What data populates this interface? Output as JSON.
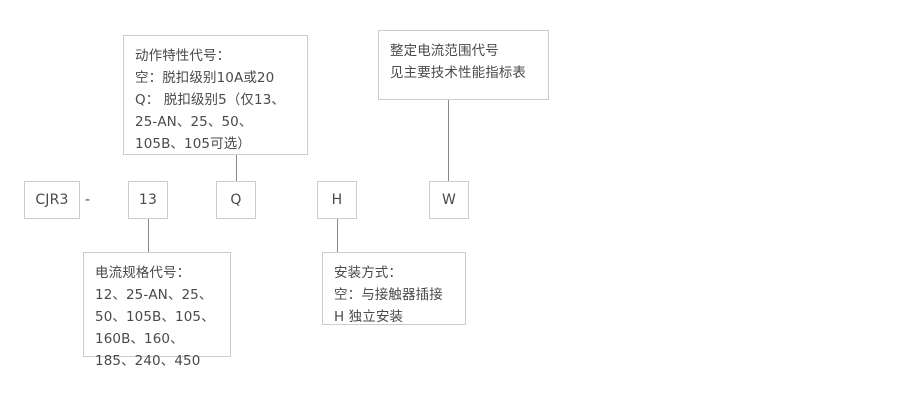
{
  "diagram": {
    "title": "CJR3 型号命名规则图",
    "type": "model-designation-breakdown",
    "colors": {
      "box_border": "#cccccc",
      "connector": "#8a8a8a",
      "text": "#4a4a4a",
      "background": "#ffffff"
    },
    "code_row": {
      "separator": "-",
      "segments": [
        {
          "key": "series",
          "label": "CJR3"
        },
        {
          "key": "current_spec",
          "label": "13"
        },
        {
          "key": "action_characteristic",
          "label": "Q"
        },
        {
          "key": "mounting",
          "label": "H"
        },
        {
          "key": "current_range",
          "label": "W"
        }
      ]
    },
    "notes": {
      "action_characteristic": {
        "target": "Q",
        "position": "above",
        "text": "动作特性代号：\n空：脱扣级别10A或20\nQ： 脱扣级别5（仅13、25-AN、25、50、105B、105可选）"
      },
      "current_range": {
        "target": "W",
        "position": "above",
        "text": "整定电流范围代号\n见主要技术性能指标表"
      },
      "current_spec": {
        "target": "13",
        "position": "below",
        "text": "电流规格代号：\n12、25-AN、25、50、105B、105、160B、160、185、240、450"
      },
      "mounting": {
        "target": "H",
        "position": "below",
        "text": "安装方式：\n空：与接触器插接\nH   独立安装"
      }
    }
  }
}
